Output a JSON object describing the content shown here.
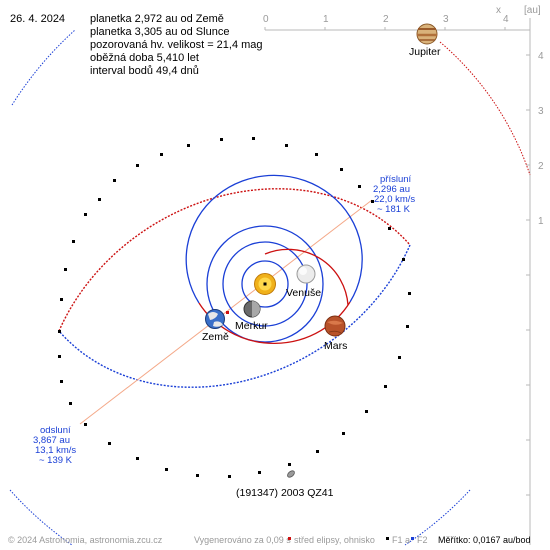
{
  "date": "26. 4. 2024",
  "info_lines": [
    "planetka 2,972 au od Země",
    "planetka 3,305 au od Slunce",
    "pozorovaná hv. velikost = 21,4 mag",
    "oběžná doba 5,410 let",
    "interval bodů 49,4 dnů"
  ],
  "perihelion": {
    "title": "přísluní",
    "distance": "2,296 au",
    "speed": "22,0 km/s",
    "temperature": "~ 181 K"
  },
  "aphelion": {
    "title": "odsluní",
    "distance": "3,867 au",
    "speed": "13,1 km/s",
    "temperature": "~ 139 K"
  },
  "planets": {
    "jupiter": "Jupiter",
    "venus": "Venuše",
    "mercury": "Merkur",
    "earth": "Země",
    "mars": "Mars"
  },
  "asteroid_name": "(191347) 2003 QZ41",
  "scale_axis": {
    "x_ticks": [
      "0",
      "1",
      "2",
      "3",
      "4"
    ],
    "x_label": "x",
    "y_ticks": [
      "1",
      "2",
      "3",
      "4"
    ],
    "unit": "[au]"
  },
  "footer": {
    "copyright": "© 2024 Astronomia, astronomia.zcu.cz",
    "generated": "Vygenerováno za 0,09 s",
    "legend_center": "střed elipsy, ohnisko",
    "legend_f1": "F1 a",
    "legend_f2": "F2",
    "scale": "Měřítko: 0,0167 au/bod"
  },
  "colors": {
    "orbit_above": "#cc1111",
    "orbit_below": "#1a3fd6",
    "planet_orbit": "#1a3fd6",
    "apsis_line": "#f4a888",
    "axis": "#b0b0b0"
  }
}
